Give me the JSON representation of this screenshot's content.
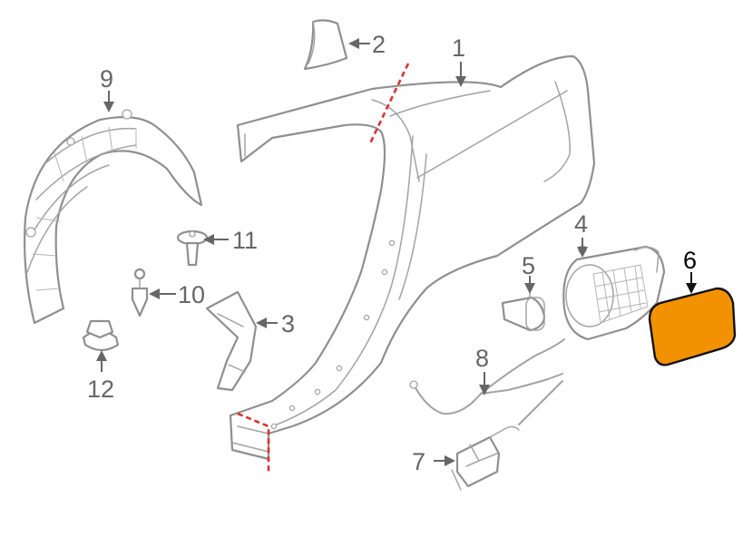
{
  "callouts": [
    {
      "id": "1",
      "label": "1"
    },
    {
      "id": "2",
      "label": "2"
    },
    {
      "id": "3",
      "label": "3"
    },
    {
      "id": "4",
      "label": "4"
    },
    {
      "id": "5",
      "label": "5"
    },
    {
      "id": "6",
      "label": "6",
      "highlighted": true
    },
    {
      "id": "7",
      "label": "7"
    },
    {
      "id": "8",
      "label": "8"
    },
    {
      "id": "9",
      "label": "9"
    },
    {
      "id": "10",
      "label": "10"
    },
    {
      "id": "11",
      "label": "11"
    },
    {
      "id": "12",
      "label": "12"
    }
  ],
  "colors": {
    "line": "#8f8f8f",
    "callout_text": "#666666",
    "cut_line": "#e0302a",
    "highlight_fill": "#f39200",
    "highlight_stroke": "#111111"
  }
}
